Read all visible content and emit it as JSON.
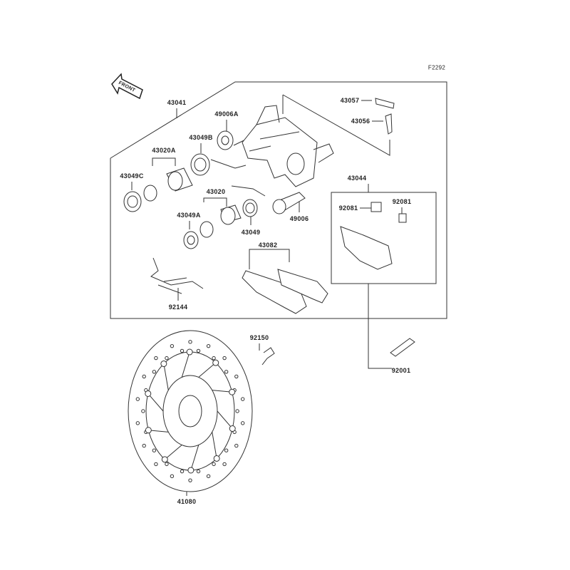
{
  "diagram_code": "F2292",
  "front_indicator": "FRONT",
  "parts": {
    "p43041": "43041",
    "p49006A": "49006A",
    "p43049B": "43049B",
    "p43020A": "43020A",
    "p43049C": "43049C",
    "p43020": "43020",
    "p43049A": "43049A",
    "p43049": "43049",
    "p49006": "49006",
    "p43082": "43082",
    "p92144": "92144",
    "p43057": "43057",
    "p43056": "43056",
    "p43044": "43044",
    "p92081a": "92081",
    "p92081b": "92081",
    "p92150": "92150",
    "p92001": "92001",
    "p41080": "41080"
  }
}
